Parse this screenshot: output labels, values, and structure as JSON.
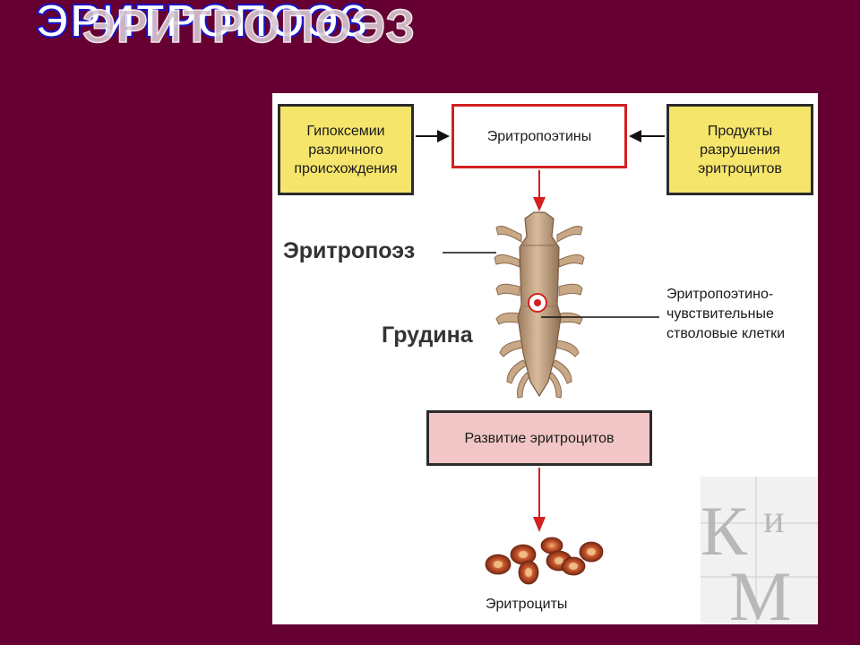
{
  "title": "ЭРИТРОПОЭЗ",
  "boxes": {
    "left": "Гипоксемии\nразличного\nпроисхождения",
    "center": "Эритропоэтины",
    "right": "Продукты\nразрушения\nэритроцитов",
    "development": "Развитие эритроцитов"
  },
  "labels": {
    "erythropoiesis": "Эритропоэз",
    "sternum": "Грудина",
    "stem_cells": "Эритропоэтино-\nчувствительные\nстволовые клетки",
    "erythrocytes": "Эритроциты"
  },
  "watermark": {
    "letters": "КиМ"
  },
  "colors": {
    "background": "#660033",
    "title_outline": "#1515c8",
    "yellow_box": "#f5e56b",
    "red_border": "#d32020",
    "pink_box": "#f2c6c6",
    "bone": "#c9a887"
  }
}
